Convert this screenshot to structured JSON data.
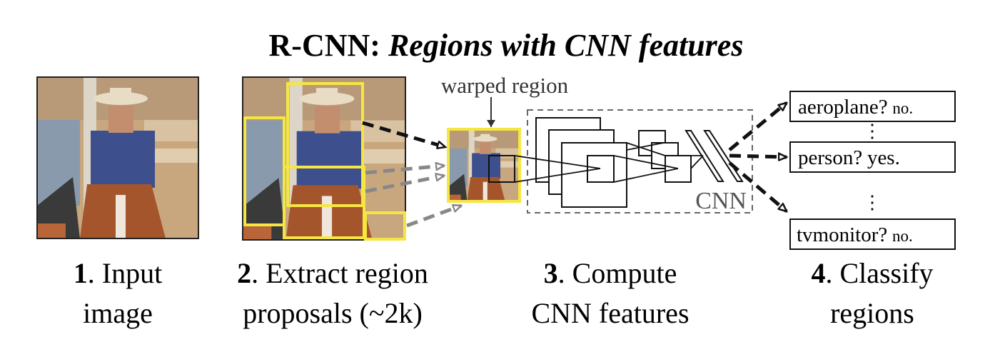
{
  "title": {
    "prefix": "R-CNN:",
    "italic": "Regions with CNN features"
  },
  "warped_label": "warped region",
  "cnn_label": "CNN",
  "classes": [
    {
      "name": "aeroplane?",
      "answer": "no."
    },
    {
      "name": "person?",
      "answer": "yes."
    },
    {
      "name": "tvmonitor?",
      "answer": "no."
    }
  ],
  "ellipsis": "⋮",
  "steps": [
    {
      "num": "1",
      "line1": ". Input",
      "line2": "image"
    },
    {
      "num": "2",
      "line1": ". Extract region",
      "line2": "proposals (~2k)"
    },
    {
      "num": "3",
      "line1": ". Compute",
      "line2": "CNN features"
    },
    {
      "num": "4",
      "line1": ". Classify",
      "line2": "regions"
    }
  ],
  "colors": {
    "proposal": "#f5e642",
    "arrow_black": "#111111",
    "arrow_gray": "#808080",
    "dashed_box": "#666666"
  }
}
